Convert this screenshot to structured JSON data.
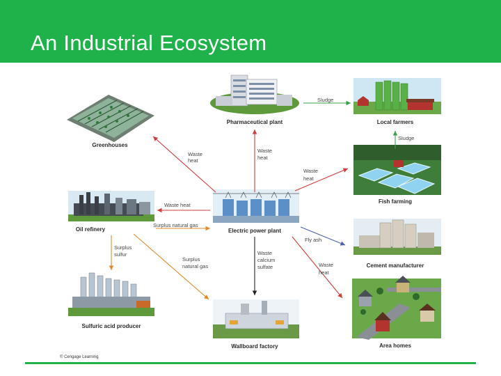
{
  "slide": {
    "title": "An Industrial Ecosystem"
  },
  "colors": {
    "header": "#1fb24a",
    "arrow_red": "#d23c3c",
    "arrow_green": "#3aa04a",
    "arrow_blue": "#4b5fb0",
    "arrow_orange": "#e08a2a",
    "arrow_black": "#222222"
  },
  "nodes": {
    "pharmaceutical_plant": "Pharmaceutical plant",
    "local_farmers": "Local farmers",
    "greenhouses": "Greenhouses",
    "fish_farming": "Fish farming",
    "oil_refinery": "Oil refinery",
    "electric_power_plant": "Electric power plant",
    "cement_manufacturer": "Cement manufacturer",
    "sulfuric_acid_producer": "Sulfuric acid producer",
    "wallboard_factory": "Wallboard factory",
    "area_homes": "Area homes"
  },
  "flows": {
    "sludge_pharma_farmers": "Sludge",
    "sludge_fish_farmers": "Sludge",
    "waste_heat_greenhouses_1": "Waste",
    "waste_heat_greenhouses_2": "heat",
    "waste_heat_pharma_1": "Waste",
    "waste_heat_pharma_2": "heat",
    "waste_heat_fish_1": "Waste",
    "waste_heat_fish_2": "heat",
    "waste_heat_refinery": "Waste heat",
    "surplus_natural_gas": "Surplus natural gas",
    "fly_ash": "Fly ash",
    "surplus_sulfur_1": "Surplus",
    "surplus_sulfur_2": "sulfur",
    "surplus_gas_wallboard_1": "Surplus",
    "surplus_gas_wallboard_2": "natural gas",
    "waste_calcium_sulfate_1": "Waste",
    "waste_calcium_sulfate_2": "calcium",
    "waste_calcium_sulfate_3": "sulfate",
    "waste_heat_homes_1": "Waste",
    "waste_heat_homes_2": "heat"
  },
  "credit": "© Cengage Learning"
}
